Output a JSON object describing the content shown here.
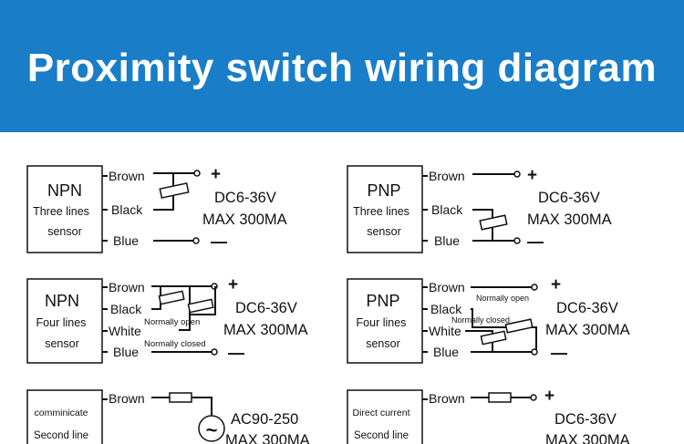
{
  "banner": {
    "title": "Proximity switch wiring diagram",
    "color": "#1a7dc8"
  },
  "sensors": {
    "npn3": {
      "type": "NPN",
      "line1": "Three lines",
      "line2": "sensor"
    },
    "pnp3": {
      "type": "PNP",
      "line1": "Three lines",
      "line2": "sensor"
    },
    "npn4": {
      "type": "NPN",
      "line1": "Four lines",
      "line2": "sensor"
    },
    "pnp4": {
      "type": "PNP",
      "line1": "Four lines",
      "line2": "sensor"
    },
    "ac2": {
      "line1": "comminicate",
      "line2": "Second line"
    },
    "dc2": {
      "line1": "Direct current",
      "line2": "Second line"
    }
  },
  "wires": {
    "brown": "Brown",
    "black": "Black",
    "blue": "Blue",
    "white": "White"
  },
  "labels": {
    "normally_open": "Normally open",
    "normally_closed": "Normally closed",
    "plus": "+",
    "minus": "—",
    "ac_symbol": "~"
  },
  "supply": {
    "dc_voltage": "DC6-36V",
    "max_current": "MAX 300MA",
    "ac_voltage": "AC90-250"
  }
}
